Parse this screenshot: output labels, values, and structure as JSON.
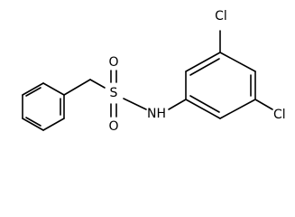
{
  "molecule": {
    "atom_labels": {
      "sulfur": "S",
      "oxygen_top": "O",
      "oxygen_bottom": "O",
      "nitrogen_hydrogen": "NH",
      "chlorine_top": "Cl",
      "chlorine_right": "Cl"
    }
  }
}
